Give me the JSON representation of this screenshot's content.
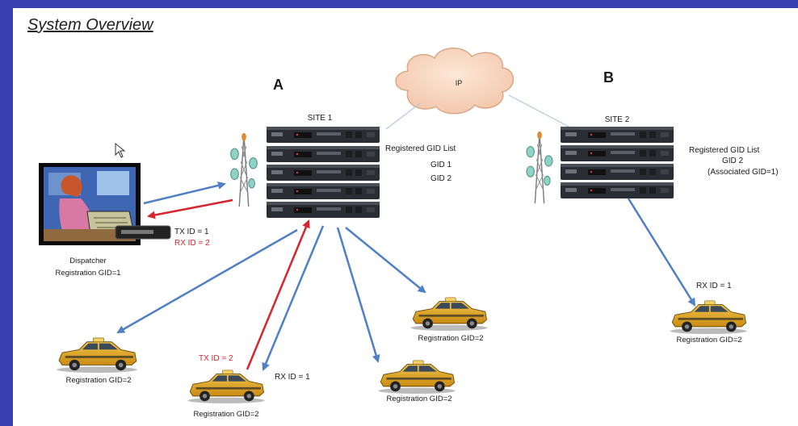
{
  "title": "System Overview",
  "cloud_label": "IP",
  "site_a": {
    "letter": "A",
    "site_name": "SITE 1",
    "gid_list_header": "Registered GID List",
    "gid_entries": [
      "GID 1",
      "GID 2"
    ]
  },
  "site_b": {
    "letter": "B",
    "site_name": "SITE 2",
    "gid_list_header": "Registered GID List",
    "gid_entries": [
      "GID 2",
      "(Associated GID=1)"
    ]
  },
  "dispatcher": {
    "name": "Dispatcher",
    "registration": "Registration GID=1",
    "tx": "TX ID = 1",
    "rx": "RX ID = 2"
  },
  "taxis": {
    "left": "Registration GID=2",
    "center": "Registration GID=2",
    "center_tx": "TX ID = 2",
    "center_rx": "RX ID = 1",
    "right_upper": "Registration GID=2",
    "right_lower": "Registration GID=2",
    "site_b": "Registration GID=2",
    "site_b_rx": "RX ID = 1"
  },
  "colors": {
    "frame": "#3a3fb0",
    "arrow_blue": "#4f7fc4",
    "arrow_red": "#d4262c",
    "taxi": "#e6a51e",
    "repeater": "#2a2d33"
  }
}
